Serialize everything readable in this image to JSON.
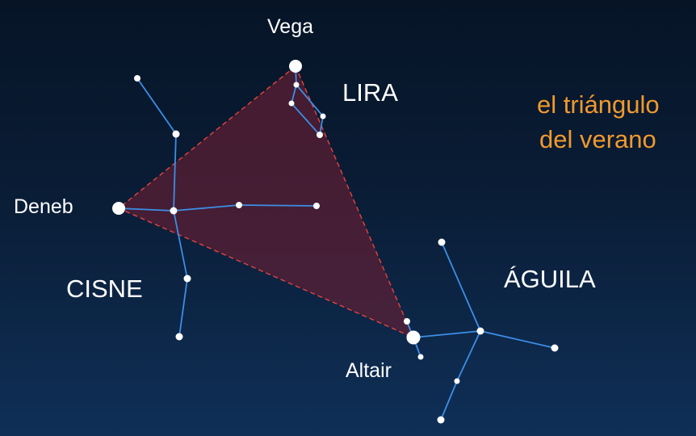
{
  "title": {
    "line1": "el triángulo",
    "line2": "del verano",
    "color": "#f0992e"
  },
  "colors": {
    "sky_top": "#061426",
    "sky_bottom": "#0f2f57",
    "constellation_line": "#3c8ee6",
    "triangle_fill": "#6a1e33",
    "triangle_border": "#e0453f",
    "star": "#ffffff",
    "label": "#ffffff"
  },
  "stars": {
    "vega": "Vega",
    "deneb": "Deneb",
    "altair": "Altair"
  },
  "constellations": {
    "lyra": "LIRA",
    "cygnus": "CISNE",
    "aquila": "ÁGUILA"
  }
}
